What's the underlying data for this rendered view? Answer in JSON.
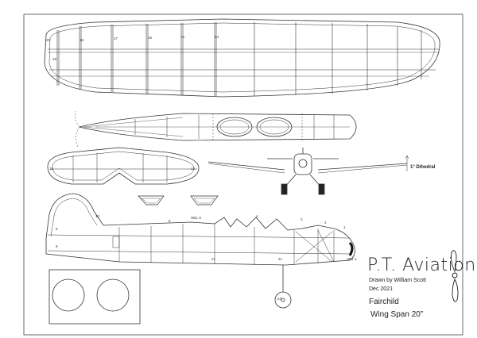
{
  "title_block": {
    "brand": "P.T. Aviation",
    "drawn_by": "Drawn by William Scott",
    "date": "Dec 2021",
    "model": "Fairchild",
    "wing_span": "Wing Span 20”"
  },
  "annotations": {
    "dihedral": "1° Dihedral",
    "wing_ribs": [
      "20",
      "18",
      "17",
      "16",
      "15",
      "14"
    ],
    "wing_rib_19": "19",
    "tail_left": "11",
    "tail_right": "13",
    "fuselage_marks": [
      "9",
      "10",
      "8",
      "6",
      "4",
      "3",
      "2",
      "1",
      "21",
      "21"
    ],
    "former_a": "HB1-3",
    "former_b": "HB1-1",
    "wheel": "22"
  },
  "colors": {
    "line": "#333333",
    "paper": "#ffffff"
  }
}
